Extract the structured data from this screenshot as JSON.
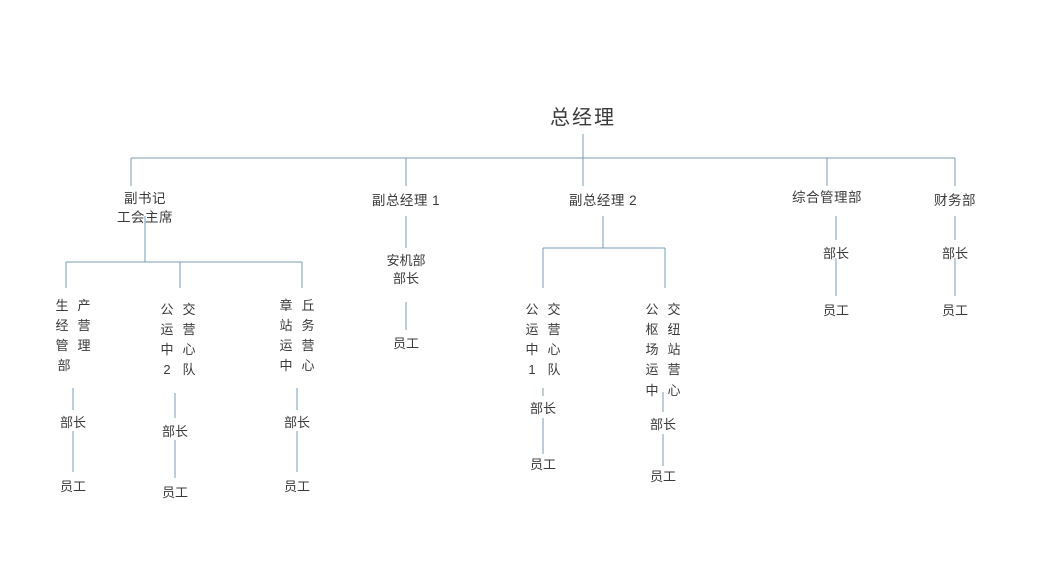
{
  "meta": {
    "title": "总经理 组织架构图",
    "line_color": "#7a9cb4",
    "text_color": "#3a3a3a",
    "background": "#ffffff"
  },
  "root": {
    "label": "总经理"
  },
  "level2": [
    {
      "id": "deputy-secretary",
      "lines": [
        "副书记",
        "工会主席"
      ]
    },
    {
      "id": "deputy-gm-1",
      "lines": [
        "副总经理 1"
      ]
    },
    {
      "id": "deputy-gm-2",
      "lines": [
        "副总经理 2"
      ]
    },
    {
      "id": "general-admin-dept",
      "lines": [
        "综合管理部"
      ]
    },
    {
      "id": "finance-dept",
      "lines": [
        "财务部"
      ]
    }
  ],
  "level3": [
    {
      "id": "production-operation-management-dept",
      "full_text": "生产经营管理部",
      "rows": [
        [
          "生",
          "产"
        ],
        [
          "经",
          "营"
        ],
        [
          "管",
          "理"
        ],
        [
          "部"
        ]
      ]
    },
    {
      "id": "bus-operation-center-team2",
      "full_text": "公交运营中心2队",
      "rows": [
        [
          "公",
          "交"
        ],
        [
          "运",
          "营"
        ],
        [
          "中",
          "心"
        ],
        [
          "2",
          "队"
        ]
      ]
    },
    {
      "id": "zhangqiu-station-operation-center",
      "full_text": "章丘站务运营中心",
      "rows": [
        [
          "章",
          "丘"
        ],
        [
          "站",
          "务"
        ],
        [
          "运",
          "营"
        ],
        [
          "中",
          "心"
        ]
      ]
    },
    {
      "id": "safety-machinery-dept",
      "full_text": "安机部 部长",
      "rows": [
        [
          "安机部"
        ],
        [
          "部长"
        ]
      ]
    },
    {
      "id": "bus-operation-center-team1",
      "full_text": "公交运营中心1队",
      "rows": [
        [
          "公",
          "交"
        ],
        [
          "运",
          "营"
        ],
        [
          "中",
          "心"
        ],
        [
          "1",
          "队"
        ]
      ]
    },
    {
      "id": "bus-hub-station-operation-center",
      "full_text": "公交枢纽场站运营中心",
      "rows": [
        [
          "公",
          "交"
        ],
        [
          "枢",
          "纽"
        ],
        [
          "场",
          "站"
        ],
        [
          "运",
          "营"
        ],
        [
          "中",
          "心"
        ]
      ]
    }
  ],
  "roles": {
    "director": "部长",
    "staff": "员工"
  },
  "leaf_chains": [
    {
      "id": "chain-production-operation",
      "director": "部长",
      "staff": "员工"
    },
    {
      "id": "chain-bus-team2",
      "director": "部长",
      "staff": "员工"
    },
    {
      "id": "chain-zhangqiu-station",
      "director": "部长",
      "staff": "员工"
    },
    {
      "id": "chain-safety-machinery",
      "staff": "员工"
    },
    {
      "id": "chain-bus-team1",
      "director": "部长",
      "staff": "员工"
    },
    {
      "id": "chain-bus-hub",
      "director": "部长",
      "staff": "员工"
    },
    {
      "id": "chain-general-admin",
      "director": "部长",
      "staff": "员工"
    },
    {
      "id": "chain-finance",
      "director": "部长",
      "staff": "员工"
    }
  ]
}
